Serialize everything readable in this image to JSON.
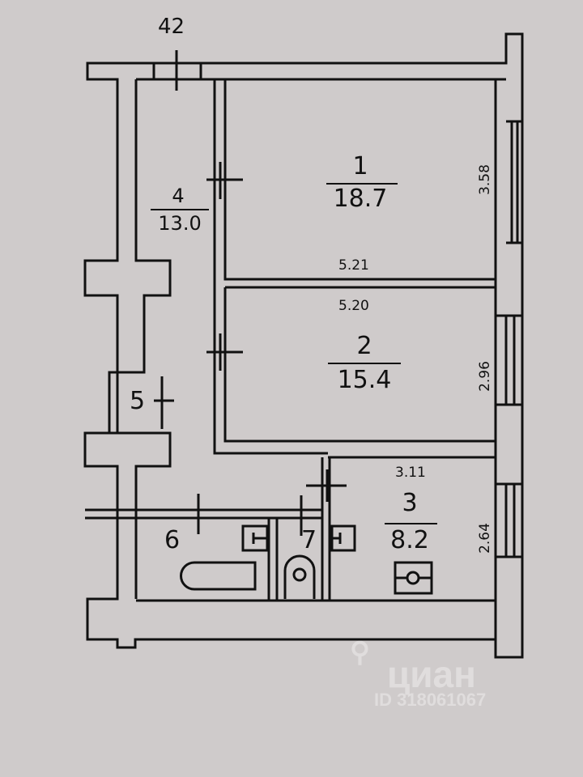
{
  "plan": {
    "title_number": "42",
    "rooms": [
      {
        "number": "1",
        "area": "18.7",
        "dims": [
          "5.21",
          "3.58"
        ]
      },
      {
        "number": "2",
        "area": "15.4",
        "dims": [
          "5.20",
          "2.96"
        ]
      },
      {
        "number": "3",
        "area": "8.2",
        "dims": [
          "3.11",
          "2.64"
        ]
      },
      {
        "number": "4",
        "area": "13.0"
      },
      {
        "number": "5"
      },
      {
        "number": "6"
      },
      {
        "number": "7"
      }
    ]
  },
  "watermark": {
    "brand": "циан",
    "id": "ID 318061067"
  }
}
